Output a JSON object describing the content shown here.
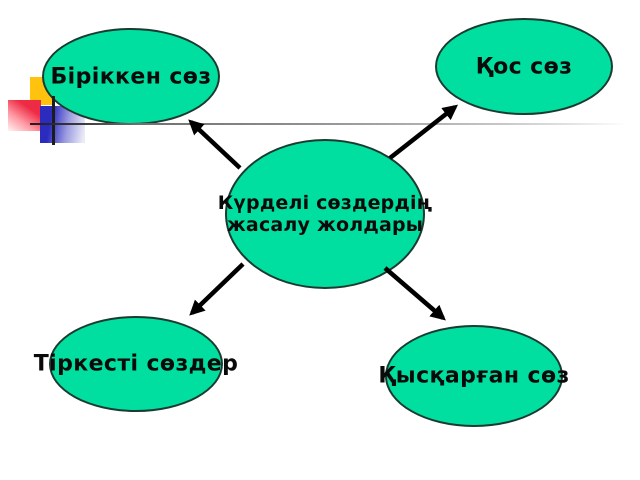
{
  "slide": {
    "type": "presentation-slide-concept-diagram",
    "center_node": {
      "label_line1": "Күрделі сөздердің",
      "label_line2": "жасалу жолдары"
    },
    "nodes": {
      "top_left": {
        "label": "Біріккен сөз"
      },
      "top_right": {
        "label": "Қос сөз"
      },
      "bottom_left": {
        "label": "Тіркесті сөздер"
      },
      "bottom_right": {
        "label": "Қысқарған сөз"
      }
    },
    "connections": [
      {
        "from": "center",
        "to": "top_left"
      },
      {
        "from": "center",
        "to": "top_right"
      },
      {
        "from": "center",
        "to": "bottom_left"
      },
      {
        "from": "center",
        "to": "bottom_right"
      }
    ],
    "colors": {
      "node_fill": "#00df9f",
      "node_border": "#1b3a30",
      "text": "#0a0a0a",
      "arrow": "#000000",
      "accent_yellow": "#ffc20e",
      "accent_red": "#ee2b44",
      "accent_blue": "#2b2bc0"
    }
  }
}
